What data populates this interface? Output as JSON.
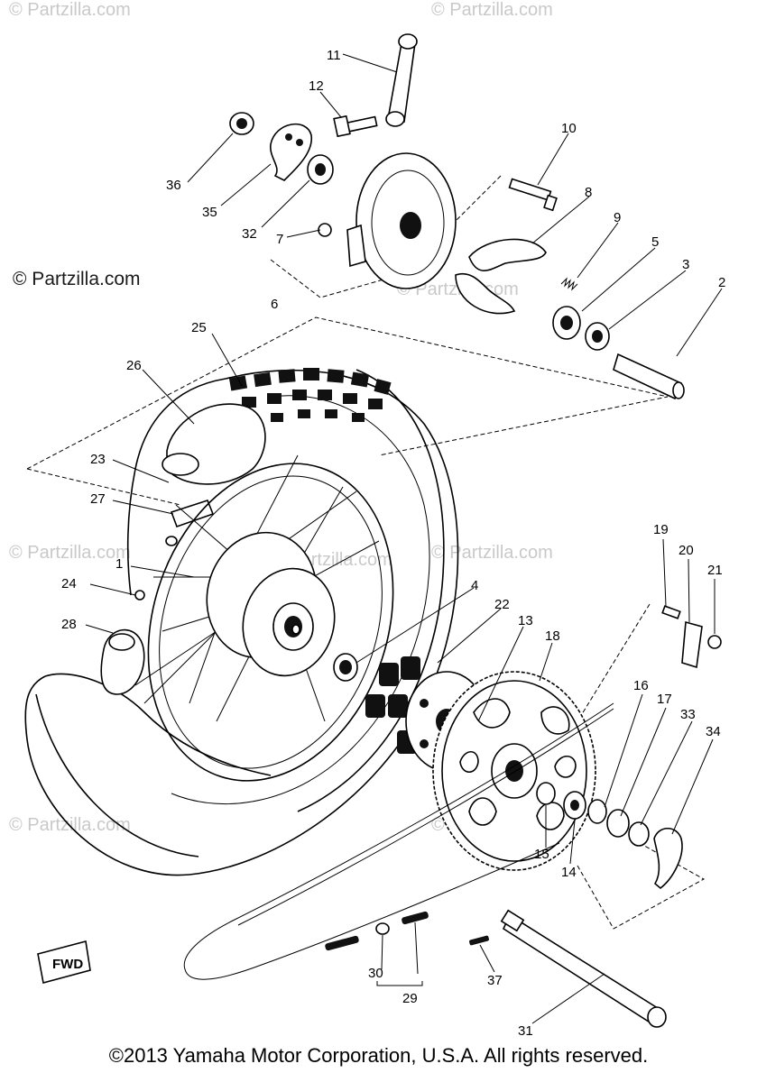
{
  "watermarks": {
    "w1": "© Partzilla.com",
    "w2": "© Partzilla.com",
    "w3": "© Partzilla.com",
    "w4": "© Partzilla.com",
    "w5": "© Partzilla.com",
    "w6": "© Partzilla.com",
    "w7": "© Partzilla.com",
    "w8": "© Partzilla.com",
    "main": "© Partzilla.com"
  },
  "copyright": "©2013 Yamaha Motor Corporation, U.S.A. All rights reserved.",
  "fwd_label": "FWD",
  "part_labels": {
    "p1": "1",
    "p2": "2",
    "p3": "3",
    "p4": "4",
    "p5": "5",
    "p6": "6",
    "p7": "7",
    "p8": "8",
    "p9": "9",
    "p10": "10",
    "p11": "11",
    "p12": "12",
    "p13": "13",
    "p14": "14",
    "p15": "15",
    "p16": "16",
    "p17": "17",
    "p18": "18",
    "p19": "19",
    "p20": "20",
    "p21": "21",
    "p22": "22",
    "p23": "23",
    "p24": "24",
    "p25": "25",
    "p26": "26",
    "p27": "27",
    "p28": "28",
    "p29": "29",
    "p30": "30",
    "p31": "31",
    "p32": "32",
    "p33": "33",
    "p34": "34",
    "p35": "35",
    "p36": "36",
    "p37": "37"
  }
}
